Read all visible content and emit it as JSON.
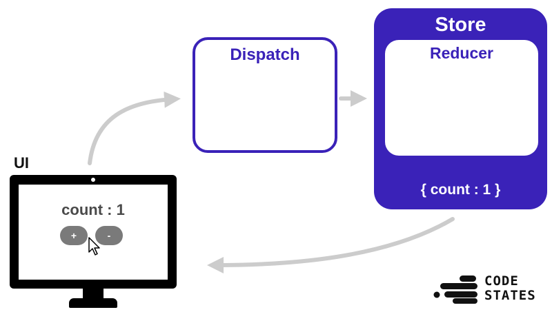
{
  "dispatch": {
    "title": "Dispatch"
  },
  "store": {
    "title": "Store",
    "reducer_title": "Reducer",
    "state_text": "{ count : 1 }"
  },
  "ui": {
    "label": "UI",
    "count_text": "count : 1",
    "plus_label": "+",
    "minus_label": "-"
  },
  "logo": {
    "line1": "CODE",
    "line2": "STATES"
  },
  "colors": {
    "accent": "#3a22b8",
    "arrow": "#cccccc",
    "button": "#7a7a7a",
    "monitor": "#000000"
  }
}
